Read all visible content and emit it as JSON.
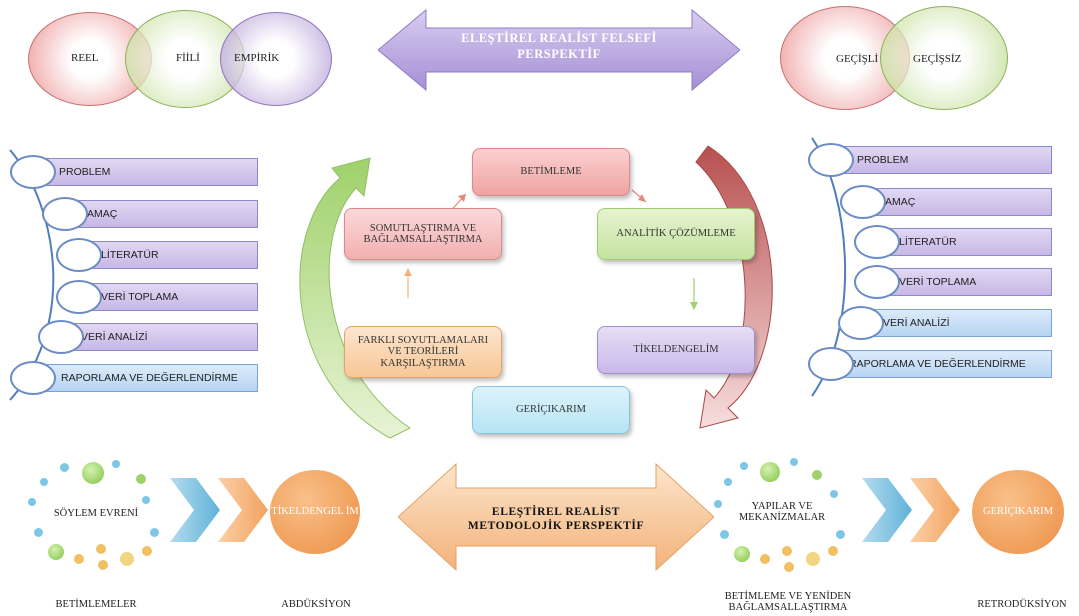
{
  "top_left_venn": [
    "REEL",
    "FİİLİ",
    "EMPİRİK"
  ],
  "top_center_arrow": "ELEŞTİREL REALİST FELSEFİ PERSPEKTİF",
  "top_right_venn": [
    "GEÇİŞLİ",
    "GEÇİŞSİZ"
  ],
  "left_steps": [
    "PROBLEM",
    "AMAÇ",
    "LİTERATÜR",
    "VERİ TOPLAMA",
    "VERİ ANALİZİ",
    "RAPORLAMA VE DEĞERLENDİRME"
  ],
  "right_steps": [
    "PROBLEM",
    "AMAÇ",
    "LİTERATÜR",
    "VERİ TOPLAMA",
    "VERİ ANALİZİ",
    "RAPORLAMA VE DEĞERLENDİRME"
  ],
  "cycle": {
    "betimleme": "BETİMLEME",
    "analitik": "ANALİTİK ÇÖZÜMLEME",
    "tikeldengelim": "TİKELDENGELİM",
    "gericikarim": "GERİÇIKARIM",
    "farkli": "FARKLI SOYUTLAMALARI VE TEORİLERİ KARŞILAŞTIRMA",
    "somutlastirma": "SOMUTLAŞTIRMA VE BAĞLAMSALLAŞTIRMA"
  },
  "bottom_left": {
    "cluster_label": "SÖYLEM EVRENİ",
    "circle_label": "TİKELDENGEL İM",
    "caption_left": "BETİMLEMELER",
    "caption_right": "ABDÜKSİYON"
  },
  "bottom_center_arrow": "ELEŞTİREL REALİST METODOLOJİK PERSPEKTİF",
  "bottom_right": {
    "cluster_label": "YAPILAR VE MEKANİZMALAR",
    "circle_label": "GERİÇIKARIM",
    "caption_left": "BETİMLEME VE YENİDEN BAĞLAMSALLAŞTIRMA",
    "caption_right": "RETRODÜKSİYON"
  }
}
